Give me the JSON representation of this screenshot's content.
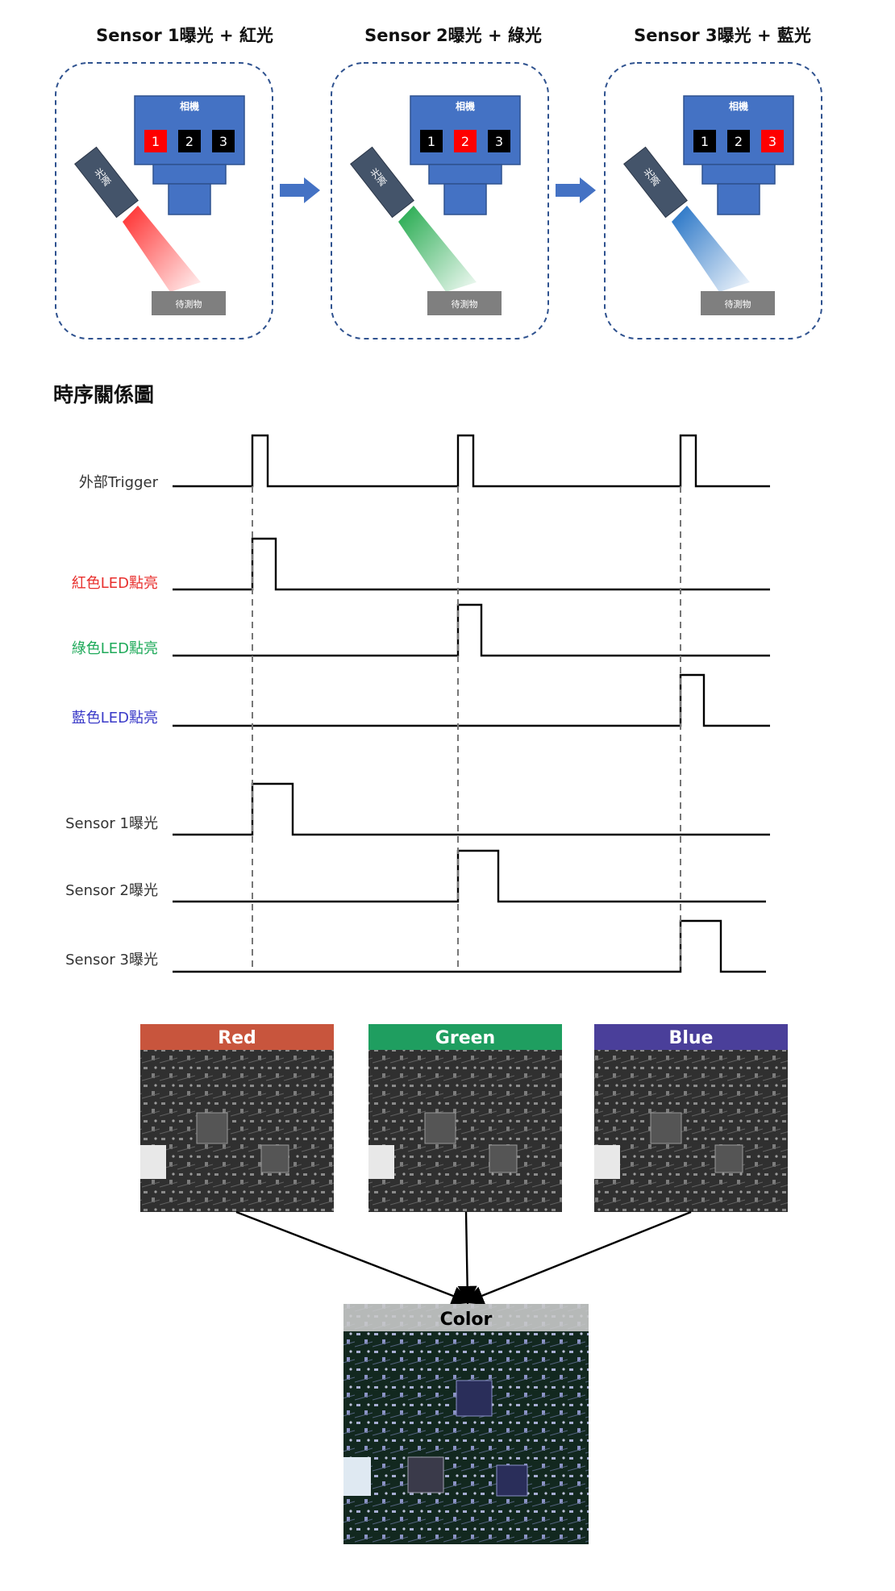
{
  "stages": [
    {
      "title": "Sensor 1曝光 + 紅光",
      "camera_label": "相機",
      "sensors": [
        "1",
        "2",
        "3"
      ],
      "active_sensor": 0,
      "light_label": "光源",
      "object_label": "待測物",
      "beam_color": "#ff2a2a"
    },
    {
      "title": "Sensor 2曝光 + 綠光",
      "camera_label": "相機",
      "sensors": [
        "1",
        "2",
        "3"
      ],
      "active_sensor": 1,
      "light_label": "光源",
      "object_label": "待測物",
      "beam_color": "#1fa84a"
    },
    {
      "title": "Sensor 3曝光 + 藍光",
      "camera_label": "相機",
      "sensors": [
        "1",
        "2",
        "3"
      ],
      "active_sensor": 2,
      "light_label": "光源",
      "object_label": "待測物",
      "beam_color": "#1f6fc4"
    }
  ],
  "timing": {
    "title": "時序關係圖",
    "signals": [
      {
        "label": "外部Trigger",
        "color": "#333333"
      },
      {
        "label": "紅色LED點亮",
        "color": "#e8302e"
      },
      {
        "label": "綠色LED點亮",
        "color": "#1faa5a"
      },
      {
        "label": "藍色LED點亮",
        "color": "#3a3ac8"
      },
      {
        "label": "Sensor 1曝光",
        "color": "#333333"
      },
      {
        "label": "Sensor 2曝光",
        "color": "#333333"
      },
      {
        "label": "Sensor 3曝光",
        "color": "#333333"
      }
    ]
  },
  "channels": [
    {
      "label": "Red",
      "header_color": "#c8553d"
    },
    {
      "label": "Green",
      "header_color": "#1f9e60"
    },
    {
      "label": "Blue",
      "header_color": "#4a3f9a"
    }
  ],
  "result": {
    "label": "Color"
  },
  "colors": {
    "camera": "#4472c4",
    "dashed_border": "#2f528f",
    "arrow": "#4472c4",
    "light_body": "#44546a",
    "object": "#7f7f7f"
  }
}
